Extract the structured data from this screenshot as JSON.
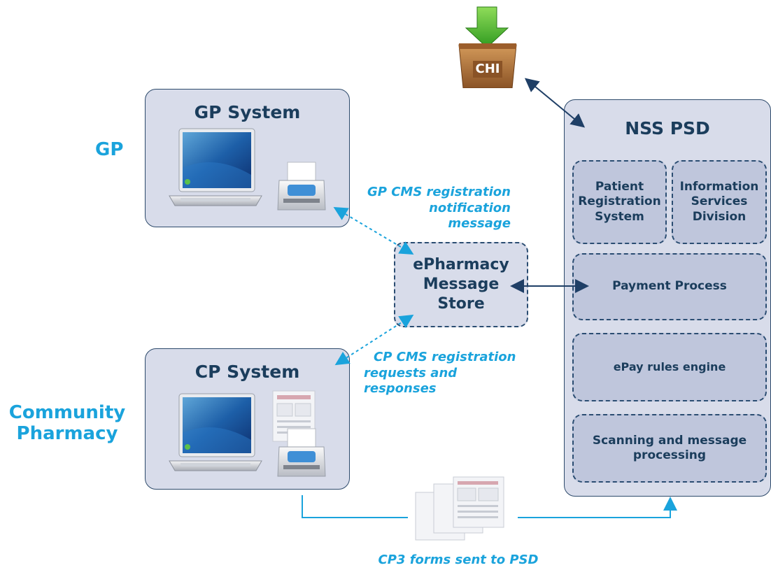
{
  "chi": {
    "label": "CHI"
  },
  "gp": {
    "side_label": "GP",
    "system_title": "GP System",
    "message": [
      "GP CMS registration",
      "notification message"
    ]
  },
  "cp": {
    "side_label": [
      "Community",
      "Pharmacy"
    ],
    "system_title": "CP System",
    "message": [
      "CP CMS registration",
      "requests and responses"
    ]
  },
  "store": {
    "label": [
      "ePharmacy",
      "Message",
      "Store"
    ]
  },
  "nss": {
    "title": "NSS PSD",
    "patient_registration": [
      "Patient",
      "Registration",
      "System"
    ],
    "information_services": [
      "Information",
      "Services",
      "Division"
    ],
    "payment_process": "Payment Process",
    "epay_rules": "ePay rules engine",
    "scanning": [
      "Scanning and message",
      "processing"
    ]
  },
  "cp3": {
    "label": "CP3 forms sent to PSD"
  },
  "colors": {
    "accent": "#1aa3dc",
    "box_fill": "#d8dcea",
    "dash_fill": "#bfc6dc",
    "text_dark": "#1b3d5c",
    "arrow_dark": "#1f3f66"
  }
}
